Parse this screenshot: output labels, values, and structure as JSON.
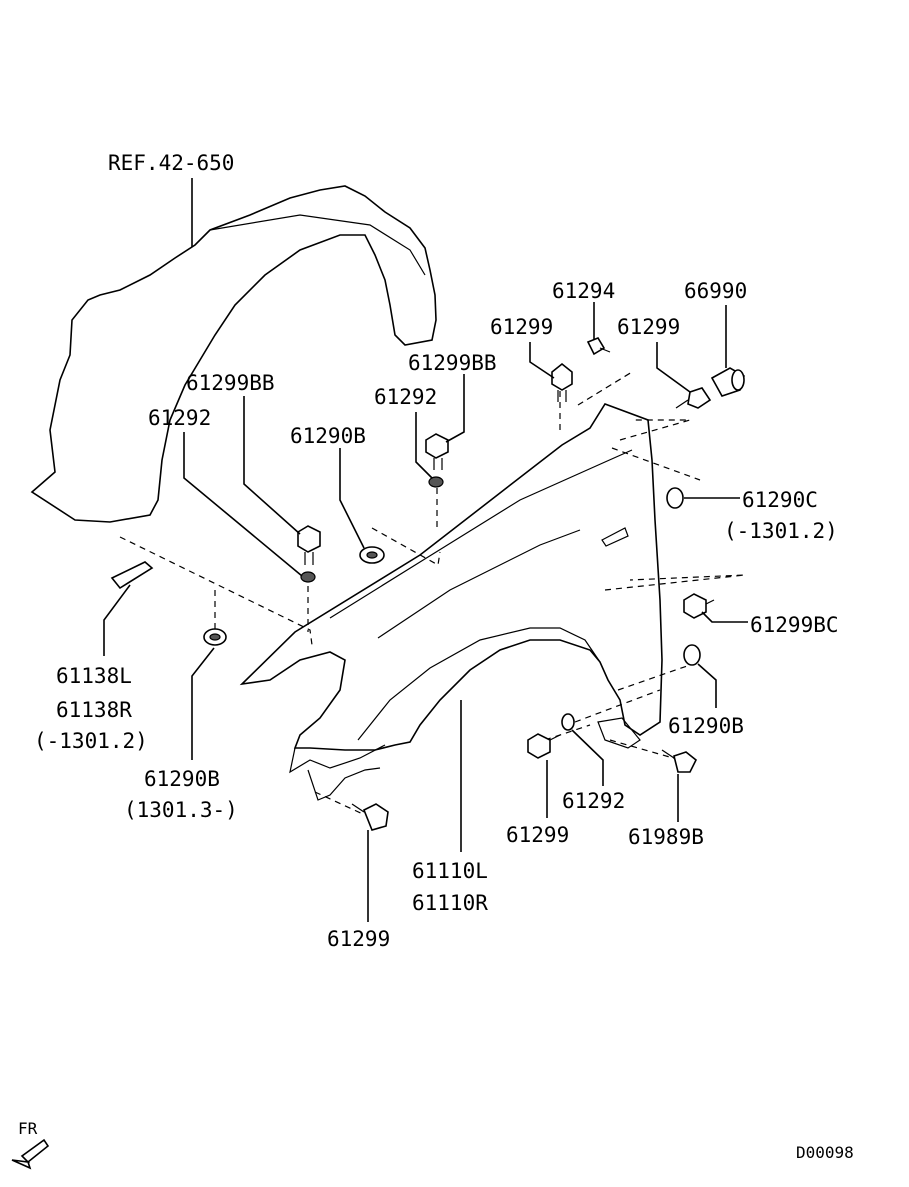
{
  "labels": {
    "ref": "REF.42-650",
    "p61294": "61294",
    "p66990": "66990",
    "p61299_top_left": "61299",
    "p61299_top_right": "61299",
    "p61299bb_center": "61299BB",
    "p61299bb_left": "61299BB",
    "p61292_center": "61292",
    "p61292_left": "61292",
    "p61290b_center": "61290B",
    "p61290c": "61290C",
    "p61290c_note": "(-1301.2)",
    "p61299bc": "61299BC",
    "p61290b_right": "61290B",
    "p61138l": "61138L",
    "p61138r": "61138R",
    "p61138_note": "(-1301.2)",
    "p61290b_left": "61290B",
    "p61290b_left_note": "(1301.3-)",
    "p61292_bottom": "61292",
    "p61299_bottom_mid": "61299",
    "p61989b": "61989B",
    "p61110l": "61110L",
    "p61110r": "61110R",
    "p61299_bottom": "61299"
  },
  "footer": {
    "direction": "FR",
    "code": "D00098"
  },
  "colors": {
    "line": "#000000",
    "background": "#ffffff"
  }
}
